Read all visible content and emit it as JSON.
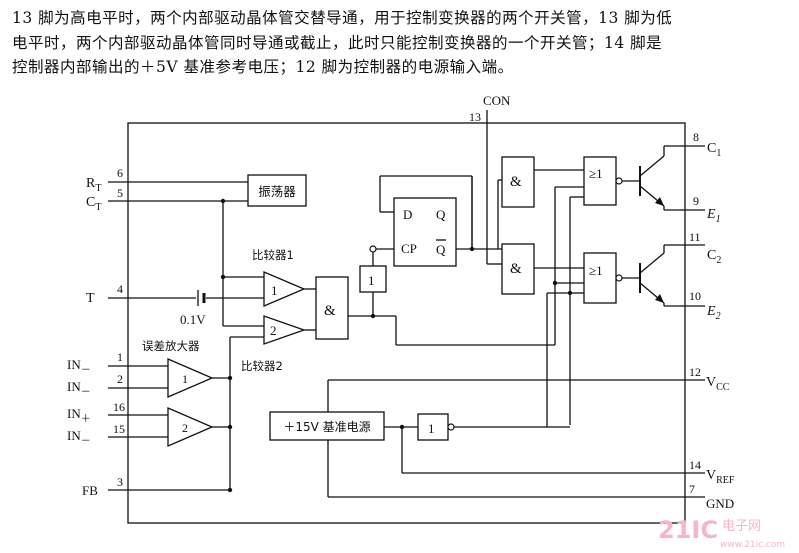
{
  "description": {
    "line1": "13 脚为高电平时，两个内部驱动晶体管交替导通，用于控制变换器的两个开关管，13 脚为低",
    "line2": "电平时，两个内部驱动晶体管同时导通或截止，此时只能控制变换器的一个开关管；14 脚是",
    "line3": "控制器内部输出的＋5V 基准参考电压；12 脚为控制器的电源输入端。"
  },
  "diagram": {
    "con_label": "CON",
    "pins": {
      "rt": {
        "num": "6",
        "label": "R",
        "sub": "T"
      },
      "ct": {
        "num": "5",
        "label": "C",
        "sub": "T"
      },
      "t": {
        "num": "4",
        "label": "T"
      },
      "in1m": {
        "num": "1",
        "label": "IN"
      },
      "in1p": {
        "num": "2",
        "label": "IN"
      },
      "in2p": {
        "num": "16",
        "label": "IN"
      },
      "in2m": {
        "num": "15",
        "label": "IN"
      },
      "fb": {
        "num": "3",
        "label": "FB"
      },
      "con": {
        "num": "13"
      },
      "c1": {
        "num": "8",
        "label": "C",
        "sub": "1"
      },
      "e1": {
        "num": "9",
        "label": "E",
        "sub": "1"
      },
      "c2": {
        "num": "11",
        "label": "C",
        "sub": "2"
      },
      "e2": {
        "num": "10",
        "label": "E",
        "sub": "2"
      },
      "vcc": {
        "num": "12",
        "label": "V",
        "sub": "CC"
      },
      "vref": {
        "num": "14",
        "label": "V",
        "sub": "REF"
      },
      "gnd": {
        "num": "7",
        "label": "GND"
      }
    },
    "in_minus_sign": "－",
    "in_plus_sign": "＋",
    "blocks": {
      "oscillator": "振荡器",
      "comparator1": "比较器1",
      "comparator2": "比较器2",
      "error_amp": "误差放大器",
      "ref_source": "＋15V 基准电源",
      "voltage_01": "0.1V",
      "ff_d": "D",
      "ff_q": "Q",
      "ff_cp": "CP",
      "ff_qbar": "Q",
      "and_sym": "&",
      "or_sym": "≥1",
      "one": "1",
      "two": "2"
    },
    "watermark": {
      "text1": "21IC",
      "text2": "电子网",
      "url": "www.21ic.com"
    }
  }
}
